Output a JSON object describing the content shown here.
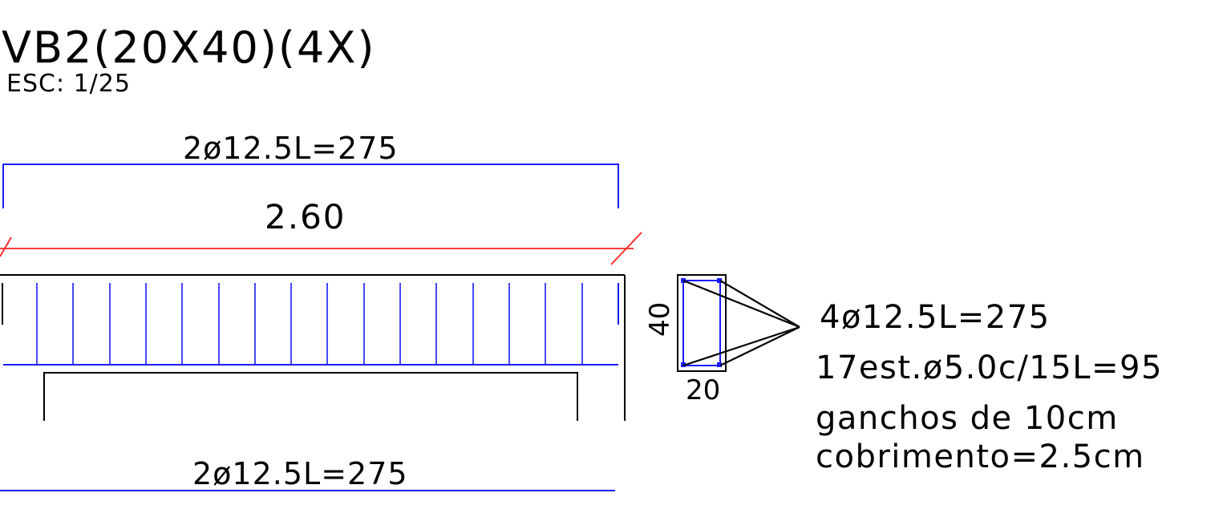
{
  "title": "VB2(20X40)(4X)",
  "scale": "ESC: 1/25",
  "colors": {
    "rebar": "#1a1aff",
    "dimension": "#ff2020",
    "outline": "#000000",
    "text": "#000000"
  },
  "top_bar_label": "2ø12.5L=275",
  "span_dimension": "2.60",
  "bottom_bar_label": "2ø12.5L=275",
  "section": {
    "height_label": "40",
    "width_label": "20"
  },
  "notes": [
    "4ø12.5L=275",
    "17est.ø5.0c/15L=95",
    "ganchos de 10cm",
    "cobrimento=2.5cm"
  ]
}
